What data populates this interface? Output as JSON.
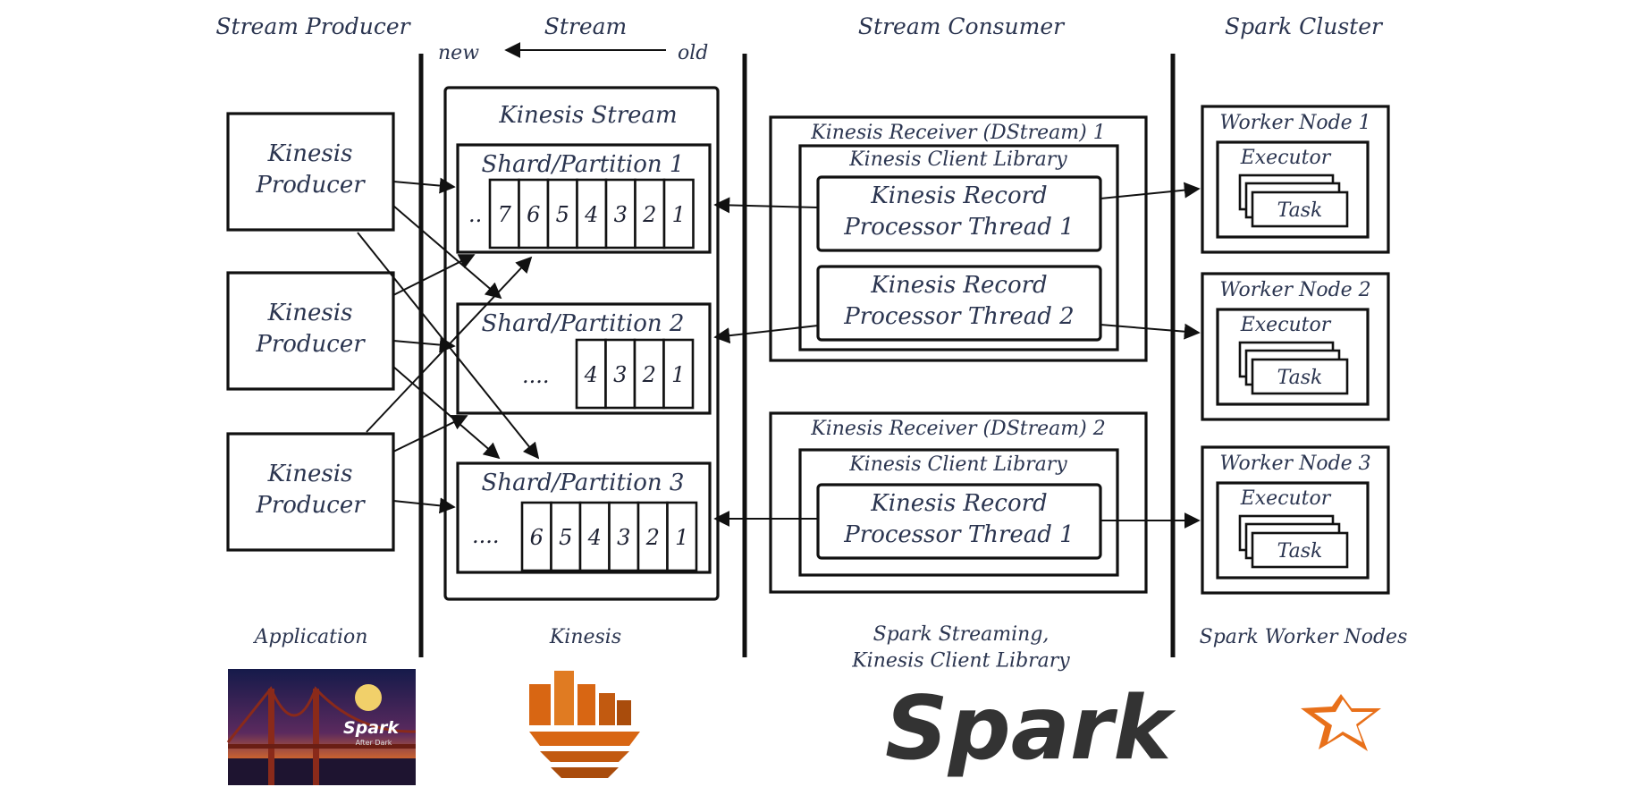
{
  "columns": {
    "producer": "Stream Producer",
    "stream": "Stream",
    "consumer": "Stream Consumer",
    "cluster": "Spark Cluster"
  },
  "order": {
    "new": "new",
    "old": "old"
  },
  "producers": [
    "Kinesis\nProducer",
    "Kinesis\nProducer",
    "Kinesis\nProducer"
  ],
  "stream_box": {
    "title": "Kinesis Stream",
    "shards": [
      {
        "title": "Shard/Partition 1",
        "ellipsis": "..",
        "records": [
          "7",
          "6",
          "5",
          "4",
          "3",
          "2",
          "1"
        ]
      },
      {
        "title": "Shard/Partition 2",
        "ellipsis": "....",
        "records": [
          "4",
          "3",
          "2",
          "1"
        ]
      },
      {
        "title": "Shard/Partition 3",
        "ellipsis": "....",
        "records": [
          "6",
          "5",
          "4",
          "3",
          "2",
          "1"
        ]
      }
    ]
  },
  "receivers": [
    {
      "title": "Kinesis Receiver (DStream) 1",
      "library": "Kinesis Client Library",
      "threads": [
        "Kinesis Record\nProcessor Thread 1",
        "Kinesis Record\nProcessor Thread 2"
      ]
    },
    {
      "title": "Kinesis Receiver (DStream) 2",
      "library": "Kinesis Client Library",
      "threads": [
        "Kinesis Record\nProcessor Thread 1"
      ]
    }
  ],
  "workers": [
    {
      "title": "Worker Node 1",
      "executor": "Executor",
      "task": "Task"
    },
    {
      "title": "Worker Node 2",
      "executor": "Executor",
      "task": "Task"
    },
    {
      "title": "Worker Node 3",
      "executor": "Executor",
      "task": "Task"
    }
  ],
  "footers": {
    "application": "Application",
    "kinesis": "Kinesis",
    "spark_streaming": "Spark Streaming,\nKinesis Client Library",
    "worker_nodes": "Spark Worker Nodes"
  },
  "logos": {
    "application_logo": "Spark After Dark",
    "kinesis_logo": "kinesis-icon",
    "spark_logo": "Spark",
    "spark_orange": "#e8701a",
    "kinesis_orange": "#d86613"
  }
}
